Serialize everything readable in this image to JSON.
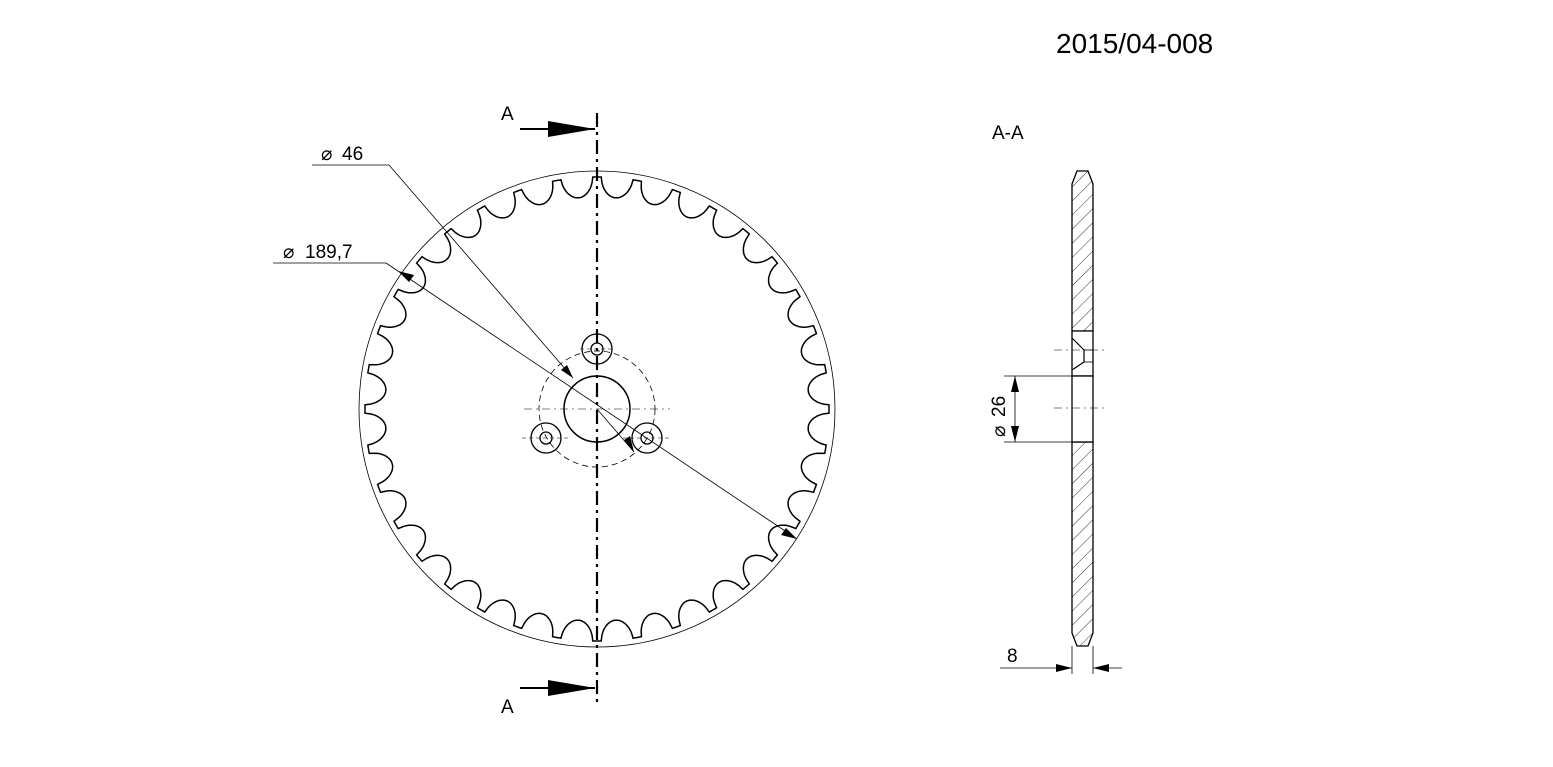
{
  "drawing_number": "2015/04-008",
  "section_marker_top": "A",
  "section_marker_bottom": "A",
  "section_view_title": "A-A",
  "dimensions": {
    "hub_bolt_circle": "46",
    "outer_diameter": "189,7",
    "bore_diameter": "26",
    "thickness": "8"
  },
  "diameter_symbol": "⌀",
  "sprocket": {
    "tooth_count": 36
  },
  "colors": {
    "line": "#000000",
    "background": "#ffffff"
  }
}
